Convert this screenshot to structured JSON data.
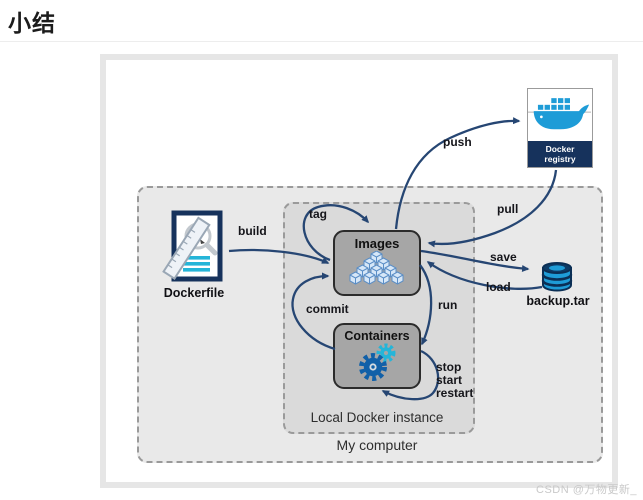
{
  "page": {
    "title": "小结",
    "watermark": "CSDN @万物更新_"
  },
  "diagram": {
    "zones": {
      "outer_label": "My computer",
      "inner_label": "Local Docker instance"
    },
    "nodes": {
      "dockerfile": {
        "label": "Dockerfile"
      },
      "images": {
        "label": "Images"
      },
      "containers": {
        "label": "Containers"
      },
      "registry": {
        "label_line1": "Docker",
        "label_line2": "registry"
      },
      "backup": {
        "label": "backup.tar"
      }
    },
    "edges": {
      "build": "build",
      "tag": "tag",
      "push": "push",
      "pull": "pull",
      "save": "save",
      "load": "load",
      "run": "run",
      "commit": "commit",
      "stop": "stop",
      "start": "start",
      "restart": "restart"
    },
    "colors": {
      "arrow": "#264673",
      "node_fill": "#a6a6a6",
      "docker_blue": "#1e9cd7",
      "cyan": "#25b5d8",
      "navy": "#16325c",
      "cube_fill": "#d6e7f8",
      "cube_line": "#5b8ec6"
    }
  }
}
